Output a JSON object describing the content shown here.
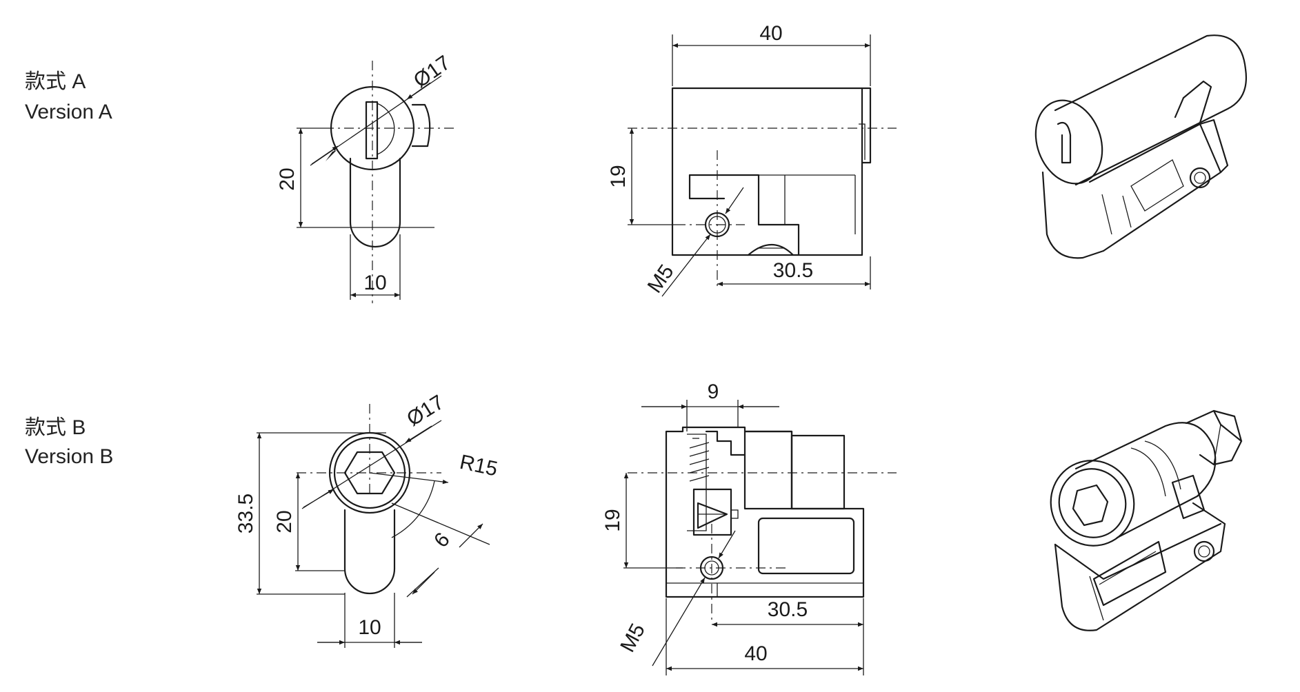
{
  "versions": [
    {
      "label_cn": "款式 A",
      "label_en": "Version A",
      "front_view": {
        "diameter": "Ø17",
        "height": "20",
        "width": "10"
      },
      "side_view": {
        "length": "40",
        "height": "19",
        "thread": "M5",
        "offset": "30.5"
      }
    },
    {
      "label_cn": "款式 B",
      "label_en": "Version B",
      "front_view": {
        "diameter": "Ø17",
        "radius": "R15",
        "overall_height": "33.5",
        "height": "20",
        "width": "10",
        "tab": "6"
      },
      "side_view": {
        "hex_length": "9",
        "height": "19",
        "thread": "M5",
        "offset": "30.5",
        "length": "40"
      }
    }
  ]
}
